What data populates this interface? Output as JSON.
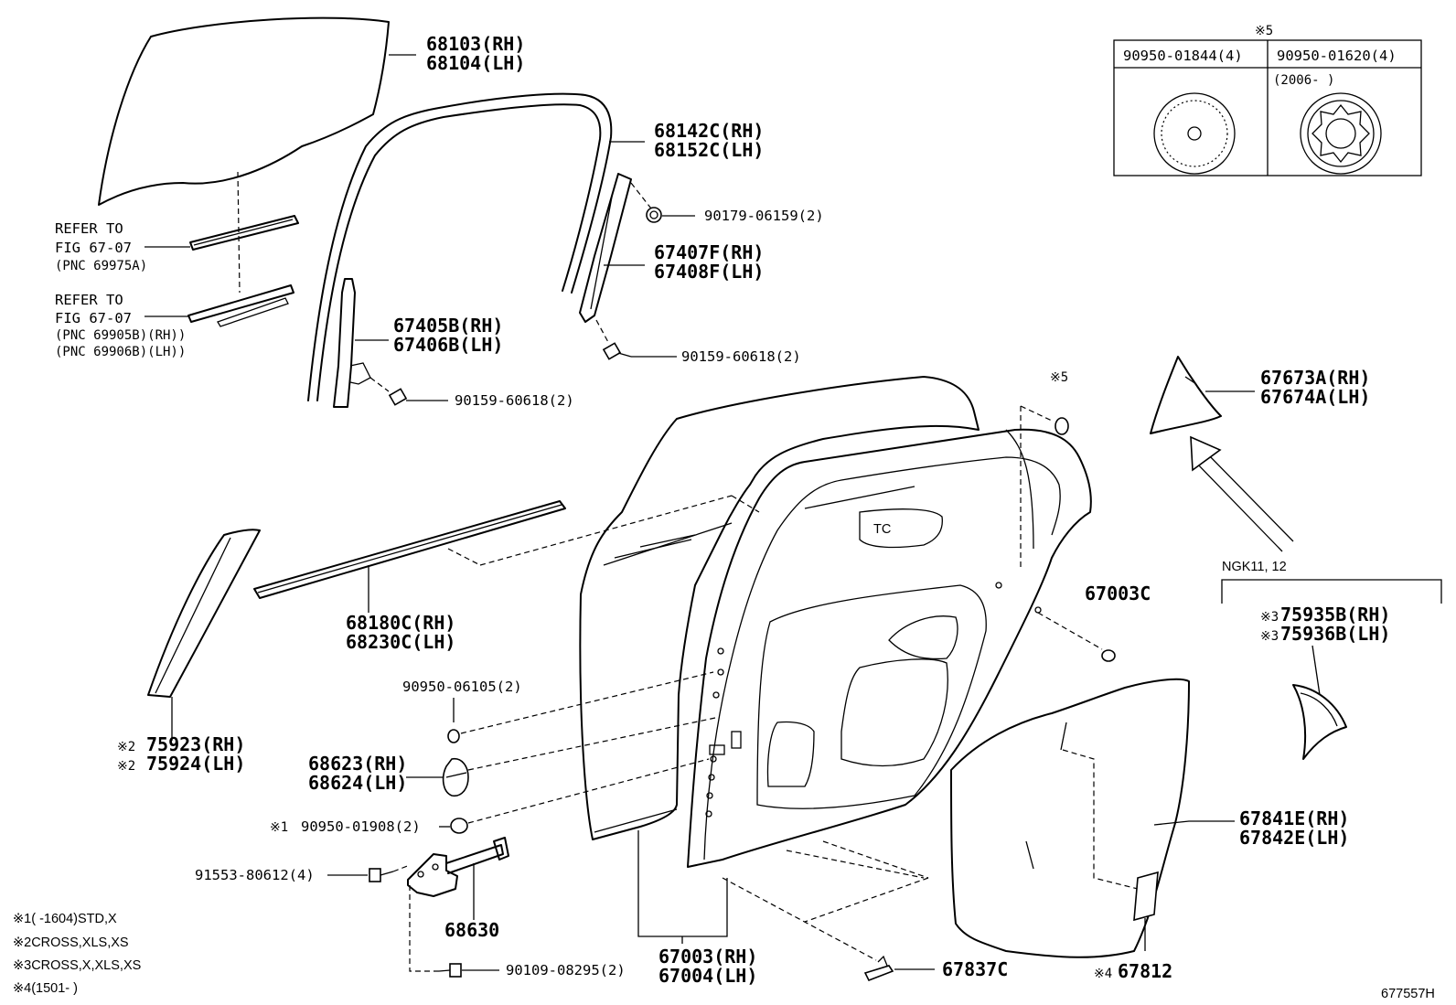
{
  "parts": {
    "glass": [
      "68103(RH)",
      "68104(LH)"
    ],
    "run_channel": [
      "68142C(RH)",
      "68152C(LH)"
    ],
    "bolt_90179": "90179-06159(2)",
    "rear_sash": [
      "67407F(RH)",
      "67408F(LH)"
    ],
    "bolt_90159_upper": "90159-60618(2)",
    "front_sash": [
      "67405B(RH)",
      "67406B(LH)"
    ],
    "bolt_90159_lower": "90159-60618(2)",
    "quarter_glass": [
      "67673A(RH)",
      "67674A(LH)"
    ],
    "outer_weatherstrip": [
      "68180C(RH)",
      "68230C(LH)"
    ],
    "pillar_garnish": [
      "75923(RH)",
      "75924(LH)"
    ],
    "pillar_garnish_marks": [
      "※2",
      "※2"
    ],
    "plug_06105": "90950-06105(2)",
    "striker_cover": [
      "68623(RH)",
      "68624(LH)"
    ],
    "plug_01908": "90950-01908(2)",
    "plug_01908_mark": "※1",
    "bolt_91553": "91553-80612(4)",
    "door_check": "68630",
    "bolt_90109": "90109-08295(2)",
    "door_panel": [
      "67003(RH)",
      "67004(LH)"
    ],
    "clip_67837": "67837C",
    "plug_67003": "67003C",
    "hole_cover": [
      "67841E(RH)",
      "67842E(LH)"
    ],
    "clip_67812": "67812",
    "clip_67812_mark": "※4",
    "mark_5": "※5",
    "garnish_front": [
      "75935B(RH)",
      "75936B(LH)"
    ],
    "garnish_front_marks": [
      "※3",
      "※3"
    ]
  },
  "refer_upper": [
    "REFER TO",
    "FIG 67-07",
    "(PNC 69975A)"
  ],
  "refer_lower": [
    "REFER TO",
    "FIG 67-07",
    "(PNC 69905B)(RH))",
    "(PNC 69906B)(LH))"
  ],
  "table": {
    "note": "※5",
    "col1": "90950-01844(4)",
    "col2": "90950-01620(4)",
    "col2_note": "(2006-    )"
  },
  "ngk_label": "NGK11, 12",
  "notes": [
    "※1(    -1604)STD,X",
    "※2CROSS,XLS,XS",
    "※3CROSS,X,XLS,XS",
    "※4(1501-    )"
  ],
  "figure_id": "677557H",
  "door_marks": "TC"
}
